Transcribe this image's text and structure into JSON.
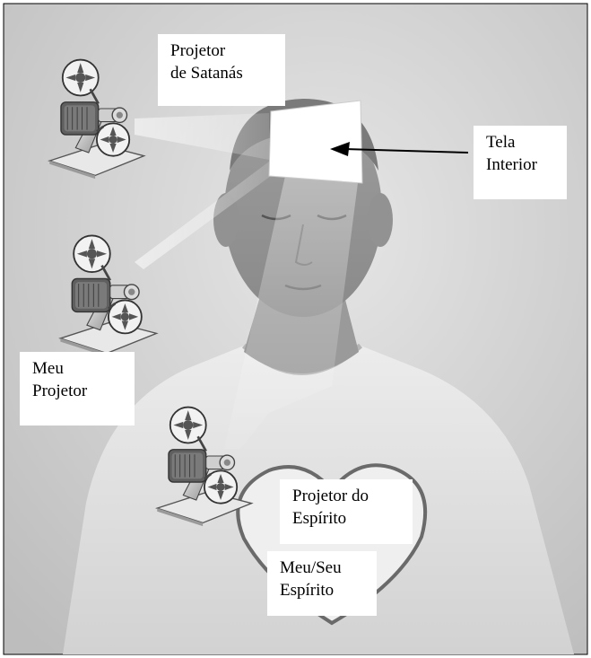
{
  "labels": {
    "satan_projector": {
      "line1": "Projetor",
      "line2": "de Satanás"
    },
    "inner_screen": {
      "line1": "Tela",
      "line2": "Interior"
    },
    "my_projector": {
      "line1": "Meu",
      "line2": "Projetor"
    },
    "spirit_projector": {
      "line1": "Projetor do",
      "line2": "Espírito"
    },
    "my_your_spirit": {
      "line1": "Meu/Seu",
      "line2": "Espírito"
    }
  },
  "colors": {
    "background": "#d9d9d9",
    "frame": "#000000",
    "label_bg": "#ffffff",
    "screen": "#ffffff"
  },
  "icons": {
    "projector": "film-projector-icon",
    "heart": "heart-icon"
  }
}
